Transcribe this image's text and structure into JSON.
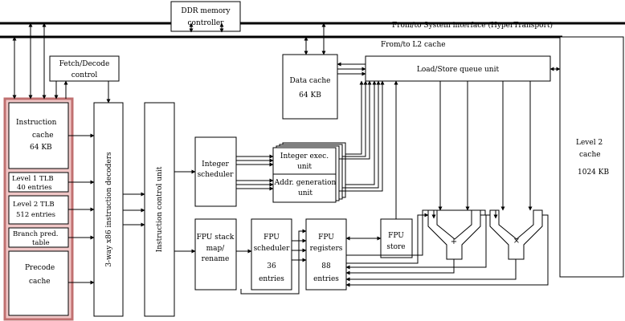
{
  "diagram": {
    "colors": {
      "outline": "#000000",
      "frontend_group_fill": "#f0c6c6",
      "frontend_group_stroke": "#c07070",
      "background": "#ffffff"
    },
    "buses": {
      "system_label": "From/to System interface (HyperTransport)",
      "l2_label": "From/to L2 cache"
    },
    "blocks": {
      "ddr": {
        "line1": "DDR memory",
        "line2": "controller"
      },
      "fetch": {
        "line1": "Fetch/Decode",
        "line2": "control"
      },
      "icache": {
        "line1": "Instruction",
        "line2": "cache",
        "line3": "64 KB"
      },
      "l1tlb": {
        "line1": "Level 1 TLB",
        "line2": "40 entries"
      },
      "l2tlb": {
        "line1": "Level 2 TLB",
        "line2": "512 entries"
      },
      "branch": {
        "line1": "Branch pred.",
        "line2": "table"
      },
      "precode": {
        "line1": "Precode",
        "line2": "cache"
      },
      "decoders": {
        "label": "3-way x86 instruction decoders"
      },
      "icu": {
        "label": "Instruction control unit"
      },
      "dcache": {
        "line1": "Data cache",
        "line2": "64 KB"
      },
      "lsq": {
        "label": "Load/Store queue unit"
      },
      "l2": {
        "line1": "Level 2",
        "line2": "cache",
        "line3": "1024 KB"
      },
      "intsched": {
        "line1": "Integer",
        "line2": "scheduler"
      },
      "intexec": {
        "line1": "Integer exec.",
        "line2": "unit"
      },
      "agu": {
        "line1": "Addr. generation",
        "line2": "unit"
      },
      "fpustack": {
        "line1": "FPU stack",
        "line2": "map/",
        "line3": "rename"
      },
      "fpusched": {
        "line1": "FPU",
        "line2": "scheduler",
        "line3": "36",
        "line4": "entries"
      },
      "fpureg": {
        "line1": "FPU",
        "line2": "registers",
        "line3": "88",
        "line4": "entries"
      },
      "fpustore": {
        "line1": "FPU",
        "line2": "store"
      },
      "fadd": {
        "symbol": "+"
      },
      "fmul": {
        "symbol": "×"
      }
    }
  }
}
